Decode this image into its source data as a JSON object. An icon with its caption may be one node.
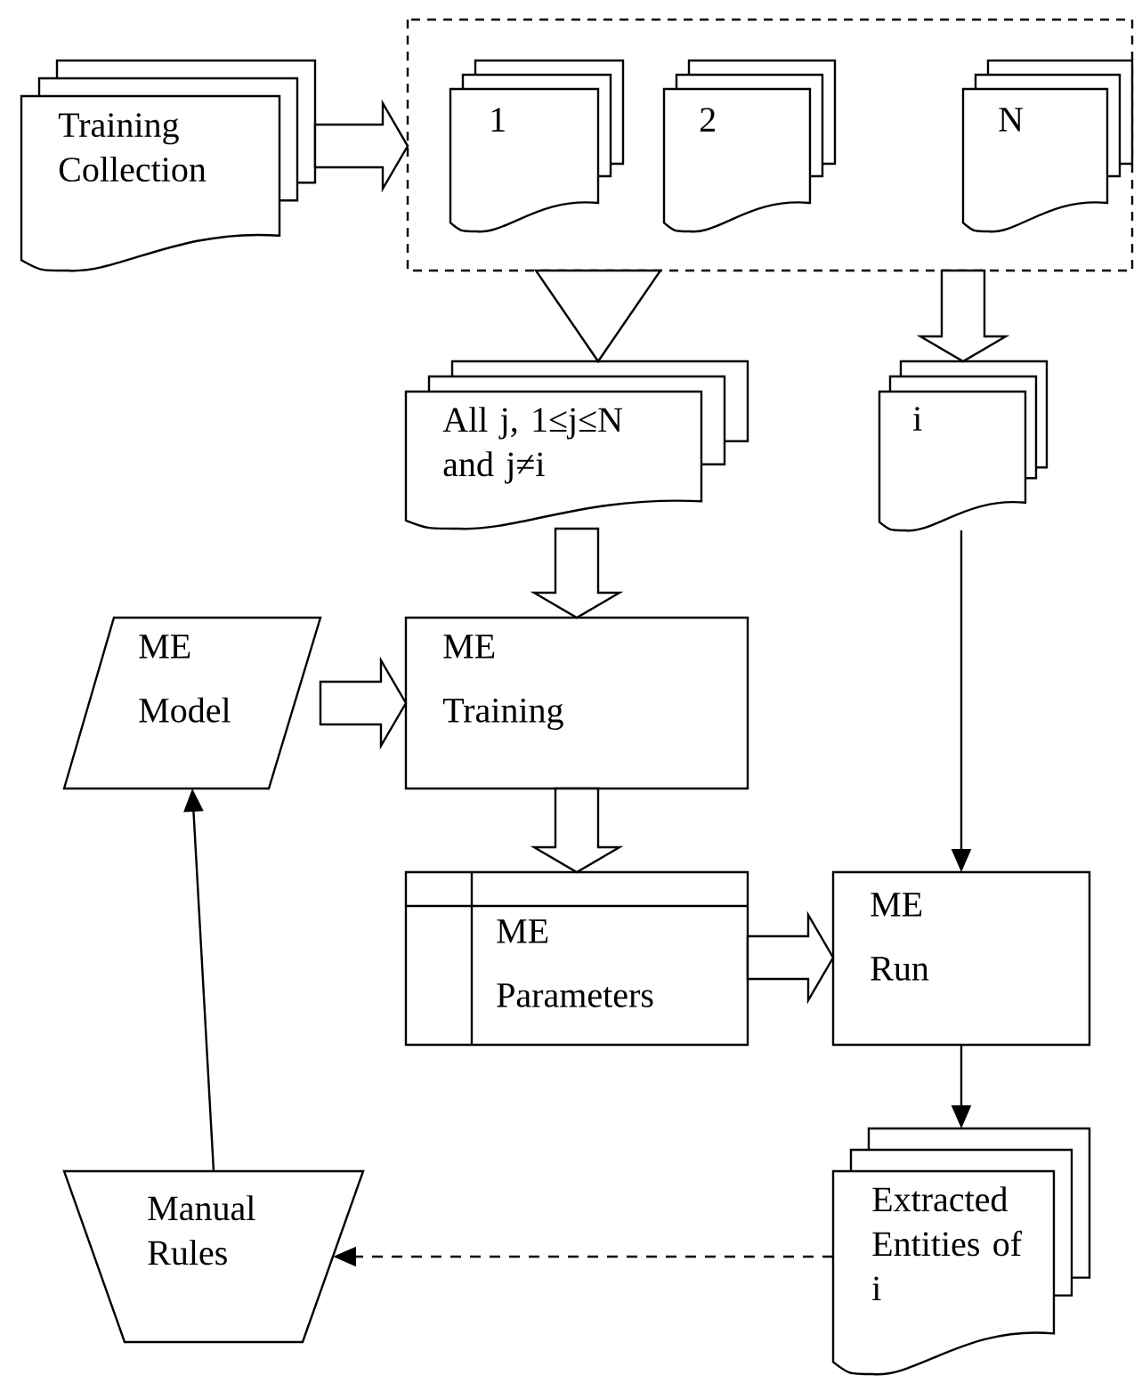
{
  "diagram": {
    "nodes": [
      {
        "text": [
          "Training Collection"
        ]
      },
      {
        "text": [],
        "shape": "box"
      },
      {
        "text": [
          "1"
        ],
        "in": 1
      },
      {
        "text": [
          "2"
        ],
        "in": 1
      },
      {
        "text": [
          "N"
        ],
        "in": 1
      },
      {
        "text": [
          "All j, 1≤j≤N and j≠i"
        ]
      },
      {
        "text": [
          "i"
        ]
      },
      {
        "text": [
          "ME Model"
        ]
      },
      {
        "text": [
          "ME Training"
        ]
      },
      {
        "text": [
          "ME Parameters"
        ]
      },
      {
        "text": [
          "ME Run"
        ]
      },
      {
        "text": [
          "Manual Rules"
        ]
      },
      {
        "text": [
          "Extracted Entities of i"
        ]
      }
    ],
    "edges": [
      {
        "from": 0,
        "to": 1,
        "arrow": "to"
      },
      {
        "from": 1,
        "to": 5,
        "arrow": "to"
      },
      {
        "from": 1,
        "to": 6,
        "arrow": "to"
      },
      {
        "from": 5,
        "to": 8,
        "arrow": "to"
      },
      {
        "from": 7,
        "to": 8,
        "arrow": "to"
      },
      {
        "from": 8,
        "to": 9,
        "arrow": "to"
      },
      {
        "from": 9,
        "to": 10,
        "arrow": "to"
      },
      {
        "from": 6,
        "to": 10,
        "arrow": "to"
      },
      {
        "from": 10,
        "to": 12,
        "arrow": "to"
      },
      {
        "from": 12,
        "to": 11,
        "arrow": "to",
        "style": "dashed"
      },
      {
        "from": 11,
        "to": 7,
        "arrow": "to"
      }
    ]
  }
}
